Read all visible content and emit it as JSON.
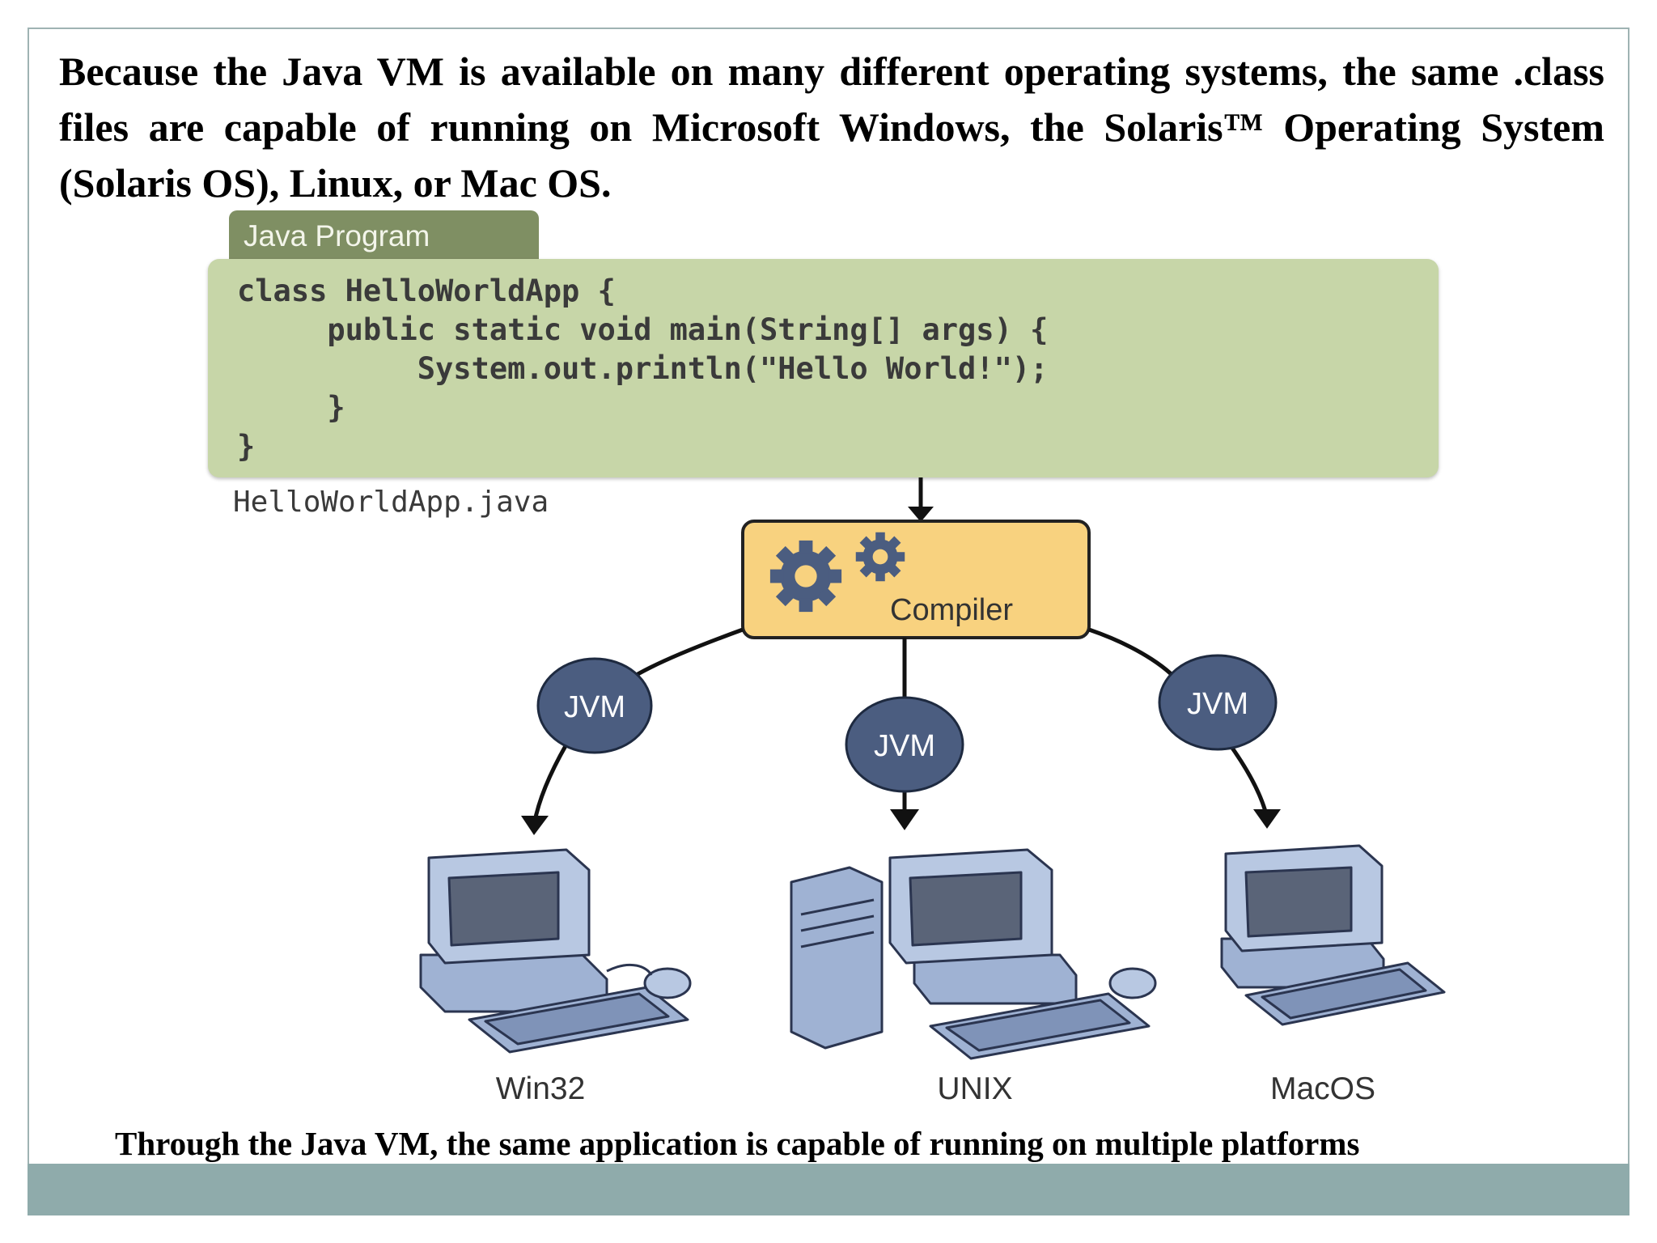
{
  "intro_text": "Because the Java VM is available on many different operating systems, the same .class files are capable of running on Microsoft Windows, the Solaris™ Operating System (Solaris OS), Linux, or Mac OS.",
  "program": {
    "tab_label": "Java Program",
    "code_lines": [
      "class HelloWorldApp {",
      "     public static void main(String[] args) {",
      "          System.out.println(\"Hello World!\");",
      "     }",
      "}"
    ],
    "filename": "HelloWorldApp.java"
  },
  "compiler": {
    "label": "Compiler"
  },
  "jvm_nodes": [
    "JVM",
    "JVM",
    "JVM"
  ],
  "platforms": [
    "Win32",
    "UNIX",
    "MacOS"
  ],
  "caption": "Through the Java VM, the same application is capable of running on multiple platforms",
  "colors": {
    "code_box": "#c7d6a8",
    "tab": "#7f8f63",
    "compiler_box": "#f8d27f",
    "jvm_circle": "#4b5d80",
    "footer_band": "#8fabab",
    "computer": "#9fb2d3"
  }
}
